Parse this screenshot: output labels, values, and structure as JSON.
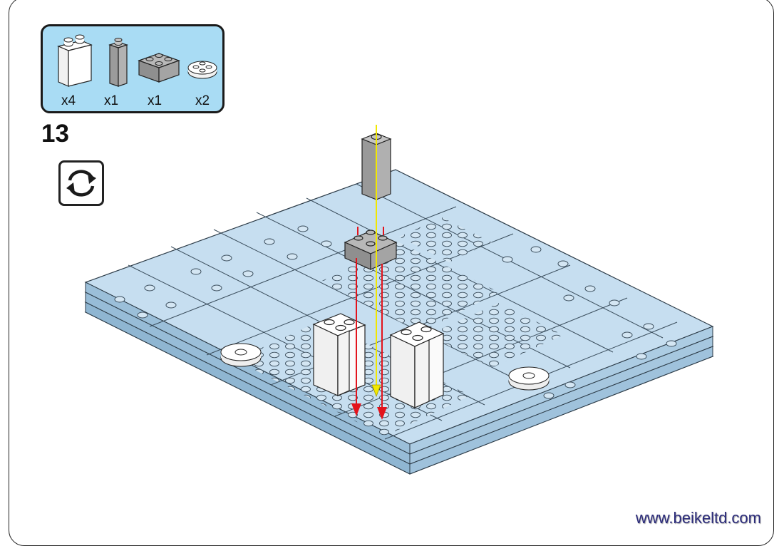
{
  "parts": [
    {
      "icon": "white-brick-1x2x3-icon",
      "qty": "x4"
    },
    {
      "icon": "gray-brick-1x1x3-icon",
      "qty": "x1"
    },
    {
      "icon": "gray-brick-2x2-icon",
      "qty": "x1"
    },
    {
      "icon": "white-round-plate-2x2-icon",
      "qty": "x2"
    }
  ],
  "step": "13",
  "rotate_icon": "rotate-model-icon",
  "colors": {
    "baseplate": "#c3dcee",
    "baseplate_edge": "#8fb6d2",
    "gray_brick": "#a8a8a8",
    "white_brick": "#ffffff",
    "arrow_red": "#e3131c",
    "arrow_yellow": "#f2e800",
    "parts_panel": "#a9dcf4"
  },
  "footer": {
    "url": "www.beikeltd.com"
  }
}
